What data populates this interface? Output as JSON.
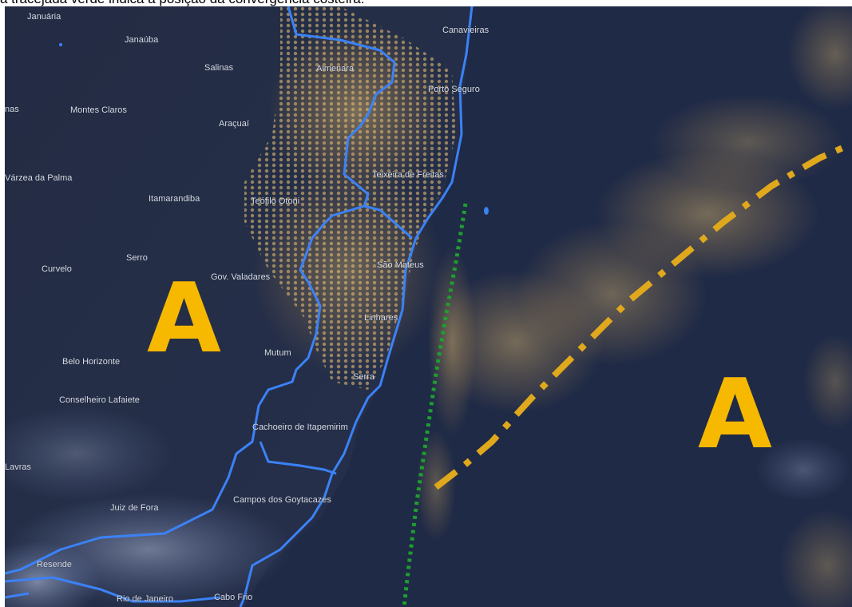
{
  "caption": "a tracejada verde indica a posição da convergência costeira.",
  "colors": {
    "background": "#1f2a46",
    "boundary": "#3b82f6",
    "green_line": "#1e9e2f",
    "orange_line": "#e0a81c",
    "pressure_label": "#f7b800",
    "cloud": "#f2c774",
    "low_cloud": "#b9c7e8"
  },
  "map": {
    "pressure_labels": [
      "A",
      "A"
    ],
    "cities": [
      "Januária",
      "Janaúba",
      "Salinas",
      "Almenara",
      "Canavieiras",
      "Porto Seguro",
      "Montes Claros",
      "nas",
      "Araçuaí",
      "Várzea da Palma",
      "Teixeira de Freitas",
      "Itamarandiba",
      "Teófilo Otoni",
      "Curvelo",
      "Serro",
      "São Mateus",
      "Gov. Valadares",
      "Linhares",
      "Belo Horizonte",
      "Mutum",
      "Serra",
      "Conselheiro Lafaiete",
      "Cachoeiro de Itapemirim",
      "Lavras",
      "Juiz de Fora",
      "Campos dos Goytacazes",
      "Resende",
      "Rio de Janeiro",
      "Cabo Frio"
    ]
  }
}
